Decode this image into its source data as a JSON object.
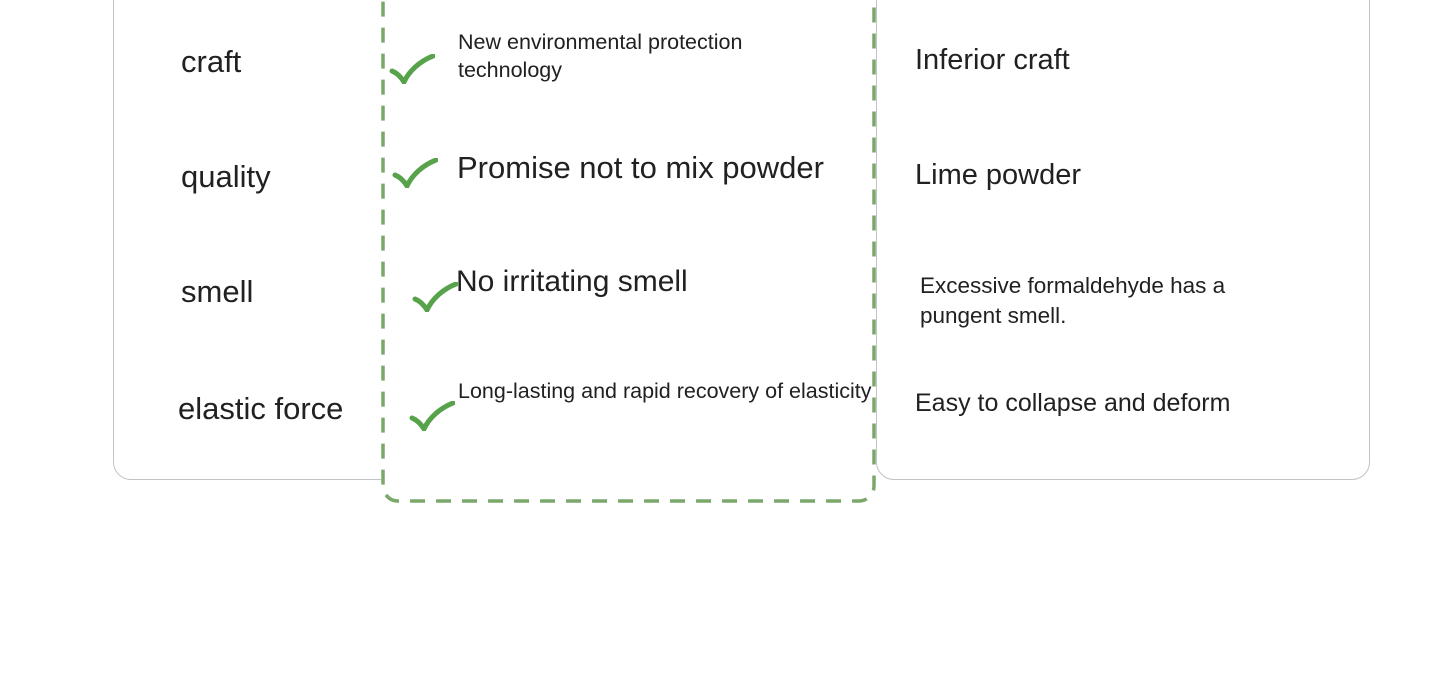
{
  "comparison": {
    "rows": [
      {
        "label": "craft",
        "ours": "New environmental protection technology",
        "theirs": "Inferior craft"
      },
      {
        "label": "quality",
        "ours": "Promise not to mix powder",
        "theirs": "Lime powder"
      },
      {
        "label": "smell",
        "ours": "No irritating smell",
        "theirs": "Excessive formaldehyde has a pungent smell."
      },
      {
        "label": "elastic force",
        "ours": "Long-lasting and rapid recovery of elasticity",
        "theirs": "Easy to collapse and deform"
      }
    ],
    "icons": {
      "advantage": "check-icon"
    }
  },
  "colors": {
    "background": "#ffffff",
    "card_border": "#c3c3c3",
    "dashed_border_green": "#7aa86c",
    "check_green": "#58a24c",
    "text": "#212121"
  },
  "chart_data": {
    "type": "table",
    "columns": [
      "attribute",
      "highlighted_product",
      "inferior_product"
    ],
    "rows": [
      [
        "craft",
        "New environmental protection technology",
        "Inferior craft"
      ],
      [
        "quality",
        "Promise not to mix powder",
        "Lime powder"
      ],
      [
        "smell",
        "No irritating smell",
        "Excessive formaldehyde has a pungent smell."
      ],
      [
        "elastic force",
        "Long-lasting and rapid recovery of elasticity",
        "Easy to collapse and deform"
      ]
    ],
    "title": "",
    "layout_hints": {
      "highlighted_column": 1,
      "highlight_style": "green dashed rounded border",
      "advantage_marker": "green checkmark"
    }
  }
}
